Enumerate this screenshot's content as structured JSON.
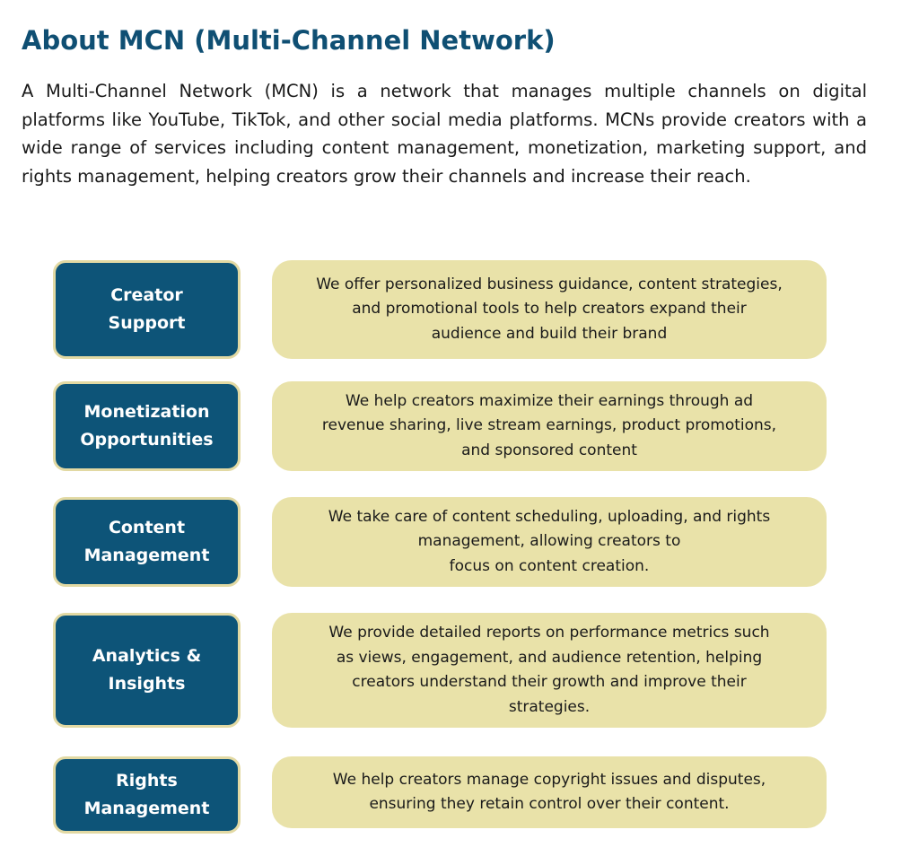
{
  "header": {
    "title": "About MCN (Multi-Channel Network)",
    "intro": "A Multi-Channel Network (MCN) is a network that manages multiple channels on digital platforms like YouTube, TikTok, and other social media platforms. MCNs provide creators with a wide range of services including content management, monetization, marketing support, and rights management, helping creators grow their channels and increase their reach."
  },
  "colors": {
    "title": "#0f4f73",
    "label_background": "#0d5478",
    "label_border": "#e2d9a3",
    "description_background": "#e9e2a9"
  },
  "services": [
    {
      "label_lines": [
        "Creator",
        "Support"
      ],
      "description_lines": [
        "We offer personalized business guidance, content strategies,",
        "and promotional tools to help creators expand their",
        "audience and build their brand"
      ]
    },
    {
      "label_lines": [
        "Monetization",
        "Opportunities"
      ],
      "description_lines": [
        "We help creators maximize their earnings through ad",
        "revenue sharing, live stream earnings, product promotions,",
        "and sponsored content"
      ]
    },
    {
      "label_lines": [
        "Content",
        "Management"
      ],
      "description_lines": [
        "We take care of content scheduling, uploading, and rights",
        "management, allowing creators to",
        "focus on content creation."
      ]
    },
    {
      "label_lines": [
        "Analytics &",
        "Insights"
      ],
      "description_lines": [
        "We provide detailed reports on performance metrics such",
        "as views, engagement, and audience retention, helping",
        "creators understand their growth and improve their",
        "strategies."
      ]
    },
    {
      "label_lines": [
        "Rights",
        "Management"
      ],
      "description_lines": [
        "We help creators manage copyright issues and disputes,",
        "ensuring they retain control over their content."
      ]
    }
  ]
}
